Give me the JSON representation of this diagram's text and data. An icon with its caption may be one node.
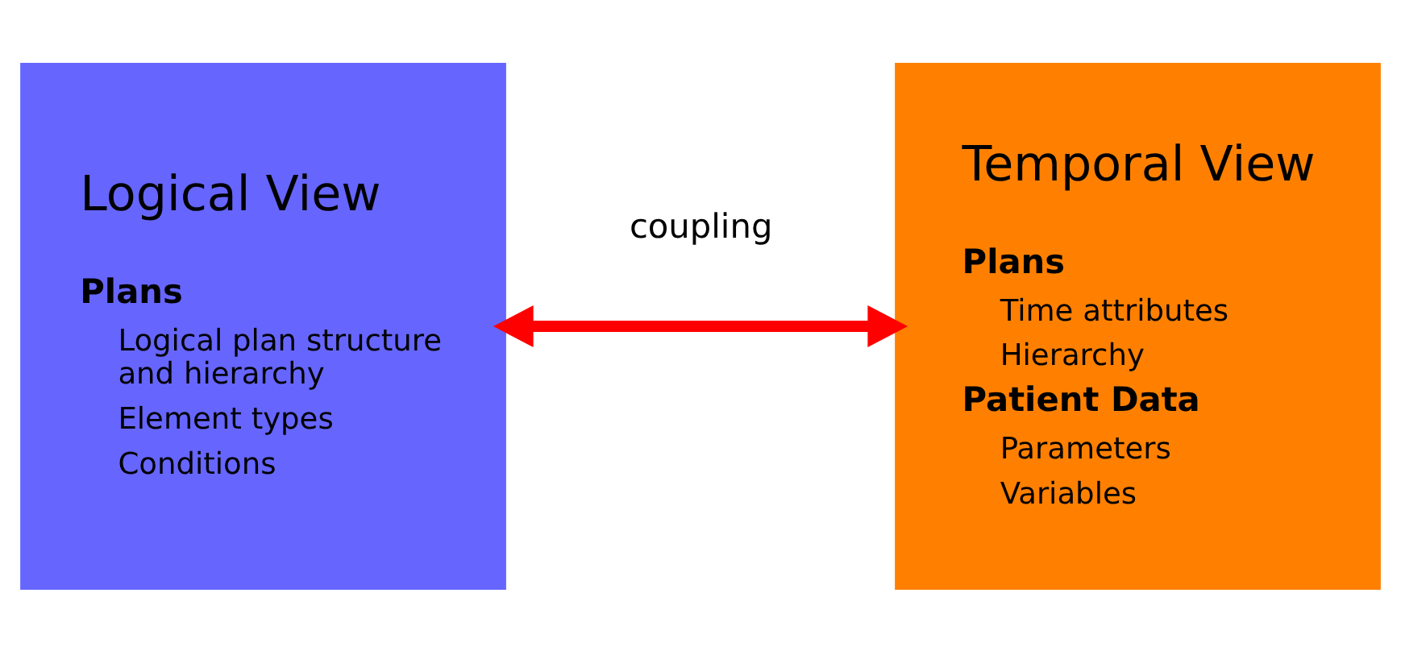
{
  "diagram": {
    "nodes": [
      {
        "text": [
          "Logical View",
          "Plans",
          "Logical plan structure and hierarchy",
          "Element types",
          "Conditions"
        ]
      },
      {
        "text": [
          "Temporal View",
          "Plans",
          "Time attributes",
          "Hierarchy",
          "Patient Data",
          "Parameters",
          "Variables"
        ]
      }
    ],
    "edges": [
      {
        "from": 0,
        "to": 1,
        "arrow": "both",
        "label": "coupling",
        "color": "#ff0000"
      }
    ]
  }
}
